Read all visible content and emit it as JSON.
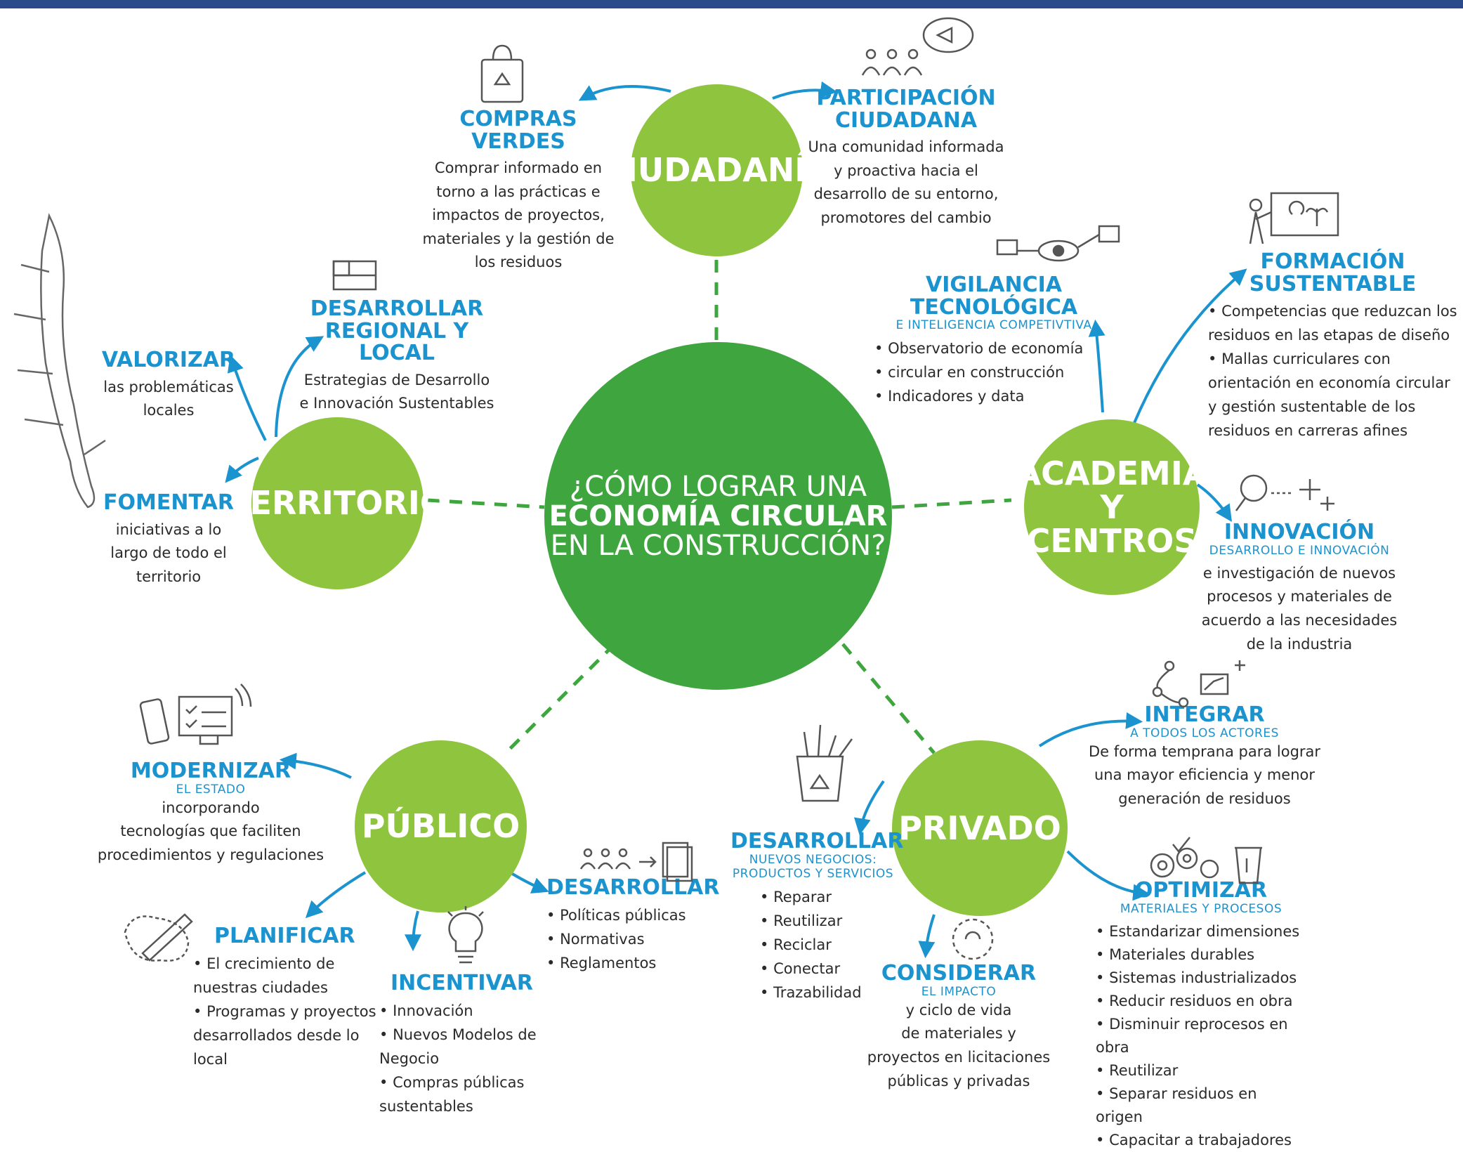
{
  "center": {
    "line1": "¿CÓMO LOGRAR UNA",
    "line2": "ECONOMÍA CIRCULAR",
    "line3": "EN LA CONSTRUCCIÓN?"
  },
  "hubs": {
    "ciudadania": "CIUDADANÍA",
    "territorio": "TERRITORIO",
    "academia_1": "ACADEMIA",
    "academia_2": "Y CENTROS",
    "publico": "PÚBLICO",
    "privado": "PRIVADO"
  },
  "colors": {
    "green_light": "#8fc43f",
    "green_dark": "#3fa53f",
    "blue": "#1a93cf",
    "top_bar": "#2b4a8a"
  },
  "icons": [
    "recycle-bag-icon",
    "people-megaphone-icon",
    "chile-flag-icon",
    "chile-map-icon",
    "eye-network-icon",
    "teacher-board-icon",
    "magnifier-sparkle-icon",
    "network-chart-icon",
    "phone-monitor-icon",
    "recycle-bin-tools-icon",
    "people-documents-icon",
    "map-pencil-icon",
    "lightbulb-icon",
    "cycle-icon",
    "gears-bin-icon"
  ],
  "ciudadania": {
    "compras": {
      "title": "COMPRAS VERDES",
      "lines": [
        "Comprar informado en",
        "torno a las prácticas e",
        "impactos de  proyectos,",
        "materiales y la gestión de",
        "los residuos"
      ]
    },
    "participacion": {
      "title1": "PARTICIPACIÓN",
      "title2": "CIUDADANA",
      "lines": [
        "Una comunidad informada",
        "y proactiva hacia el",
        "desarrollo de su entorno,",
        "promotores del cambio"
      ]
    }
  },
  "territorio": {
    "regional": {
      "title1": "DESARROLLAR",
      "title2": "REGIONAL Y LOCAL",
      "lines": [
        "Estrategias de Desarrollo",
        "e Innovación Sustentables"
      ]
    },
    "valorizar": {
      "title": "VALORIZAR",
      "lines": [
        "las problemáticas",
        "locales"
      ]
    },
    "fomentar": {
      "title": "FOMENTAR",
      "lines": [
        "iniciativas a lo",
        "largo de todo el",
        "territorio"
      ]
    }
  },
  "academia": {
    "vigilancia": {
      "title": "VIGILANCIA TECNOLÓGICA",
      "sub": "E INTELIGENCIA COMPETIVTIVA",
      "items": [
        "Observatorio de economía",
        "circular en construcción",
        "Indicadores y data"
      ]
    },
    "formacion": {
      "title1": "FORMACIÓN",
      "title2": "SUSTENTABLE",
      "items": [
        "Competencias  que reduzcan los residuos en las etapas de diseño",
        "Mallas curriculares  con orientación en economía circular y gestión sustentable de los residuos en carreras afines"
      ]
    },
    "innovacion": {
      "title": "INNOVACIÓN",
      "sub": "DESARROLLO E INNOVACIÓN",
      "lines": [
        "e investigación de nuevos",
        "procesos y materiales de",
        "acuerdo a las necesidades",
        "de la industria"
      ]
    }
  },
  "publico": {
    "modernizar": {
      "title": "MODERNIZAR",
      "sub": "EL ESTADO",
      "lines": [
        "incorporando",
        "tecnologías que faciliten",
        "procedimientos y regulaciones"
      ]
    },
    "planificar": {
      "title": "PLANIFICAR",
      "items": [
        "El crecimiento de nuestras ciudades",
        "Programas y proyectos desarrollados desde lo local"
      ]
    },
    "incentivar": {
      "title": "INCENTIVAR",
      "items": [
        "Innovación",
        "Nuevos Modelos de Negocio",
        "Compras públicas sustentables"
      ]
    },
    "desarrollar": {
      "title": "DESARROLLAR",
      "items": [
        "Políticas públicas",
        "Normativas",
        "Reglamentos"
      ]
    }
  },
  "privado": {
    "integrar": {
      "title": "INTEGRAR",
      "sub": "A TODOS LOS ACTORES",
      "lines": [
        "De forma temprana para lograr",
        "una mayor eficiencia y menor",
        "generación de residuos"
      ]
    },
    "negocios": {
      "title": "DESARROLLAR",
      "sub1": "NUEVOS NEGOCIOS:",
      "sub2": "PRODUCTOS Y SERVICIOS",
      "items": [
        "Reparar",
        "Reutilizar",
        "Reciclar",
        "Conectar",
        "Trazabilidad"
      ]
    },
    "considerar": {
      "title": "CONSIDERAR",
      "sub": "EL IMPACTO",
      "lines": [
        "y ciclo de vida",
        "de materiales y",
        "proyectos en licitaciones",
        "públicas y privadas"
      ]
    },
    "optimizar": {
      "title": "OPTIMIZAR",
      "sub": "MATERIALES Y PROCESOS",
      "items": [
        "Estandarizar dimensiones",
        "Materiales durables",
        "Sistemas industrializados",
        "Reducir residuos en obra",
        "Disminuir reprocesos en obra",
        "Reutilizar",
        "Separar residuos  en origen",
        "Capacitar a trabajadores"
      ]
    }
  }
}
